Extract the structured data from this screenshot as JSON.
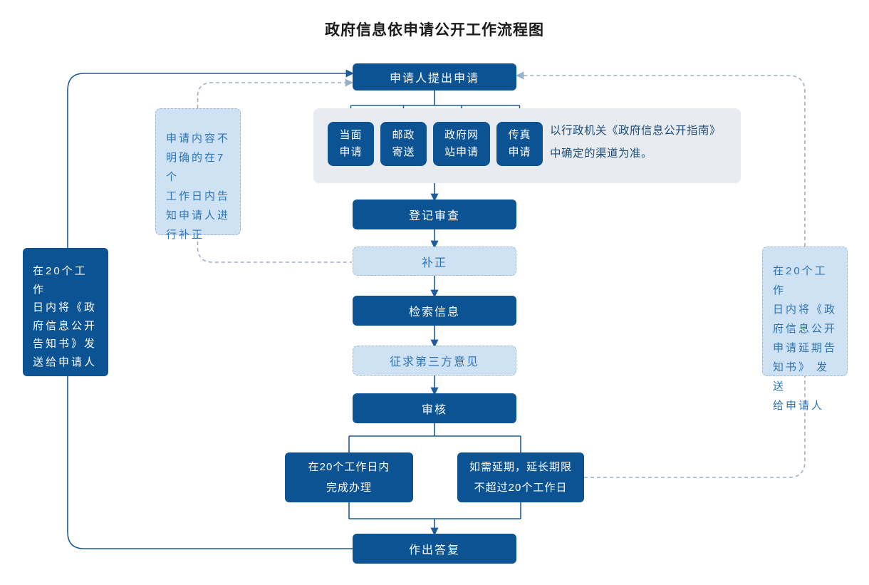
{
  "title": "政府信息依申请公开工作流程图",
  "flow": {
    "apply": "申请人提出申请",
    "register": "登记审查",
    "supplement": "补正",
    "search": "检索信息",
    "third_party": "征求第三方意见",
    "review": "审核",
    "complete": "在20个工作日内\n完成办理",
    "extend": "如需延期，延长期限\n不超过20个工作日",
    "reply": "作出答复"
  },
  "channels": {
    "items": [
      "当面\n申请",
      "邮政\n寄送",
      "政府网\n站申请",
      "传真\n申请"
    ],
    "note": "以行政机关《政府信息公开指南》\n中确定的渠道为准。"
  },
  "notes": {
    "left_dark": "在20个工作\n日内将《政\n府信息公开\n告知书》发\n送给申请人",
    "left_light": "申请内容不\n明确的在7个\n工作日内告\n知申请人进\n行补正",
    "right_light": "在20个工作\n日内将《政\n府信息公开\n申请延期告\n知书》 发送\n给申请人"
  },
  "colors": {
    "dark_box": "#0C5394",
    "light_box_fill": "#CFE2F3",
    "light_box_border": "#9DB6CC",
    "light_box_text": "#2E74B5",
    "panel_bg": "#E8ECF1",
    "panel_text": "#1F4E79",
    "solid_line": "#1E5C9E",
    "dashed_line": "#9BB1C9",
    "title_text": "#1A1A1A"
  }
}
